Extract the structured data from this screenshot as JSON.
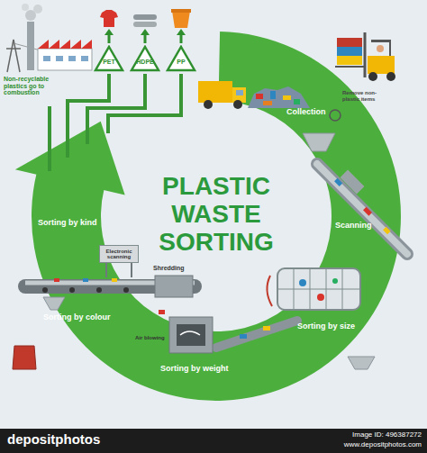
{
  "diagram": {
    "title": "PLASTIC WASTE SORTING",
    "nodes": [
      {
        "text": [
          "PET"
        ]
      },
      {
        "text": [
          "HDPE"
        ]
      },
      {
        "text": [
          "PP"
        ]
      },
      {
        "text": [
          "Electronic scanning"
        ]
      }
    ],
    "labels": [
      "Non-recyclable plastics go to combustion",
      "Collection",
      "Remove non-plastic items",
      "Scanning",
      "Sorting by size",
      "Air blowing",
      "Sorting by weight",
      "Sorting by colour",
      "Shredding",
      "Sorting by kind",
      "depositphotos",
      "Image ID: 496387272",
      "www.depositphotos.com"
    ]
  }
}
